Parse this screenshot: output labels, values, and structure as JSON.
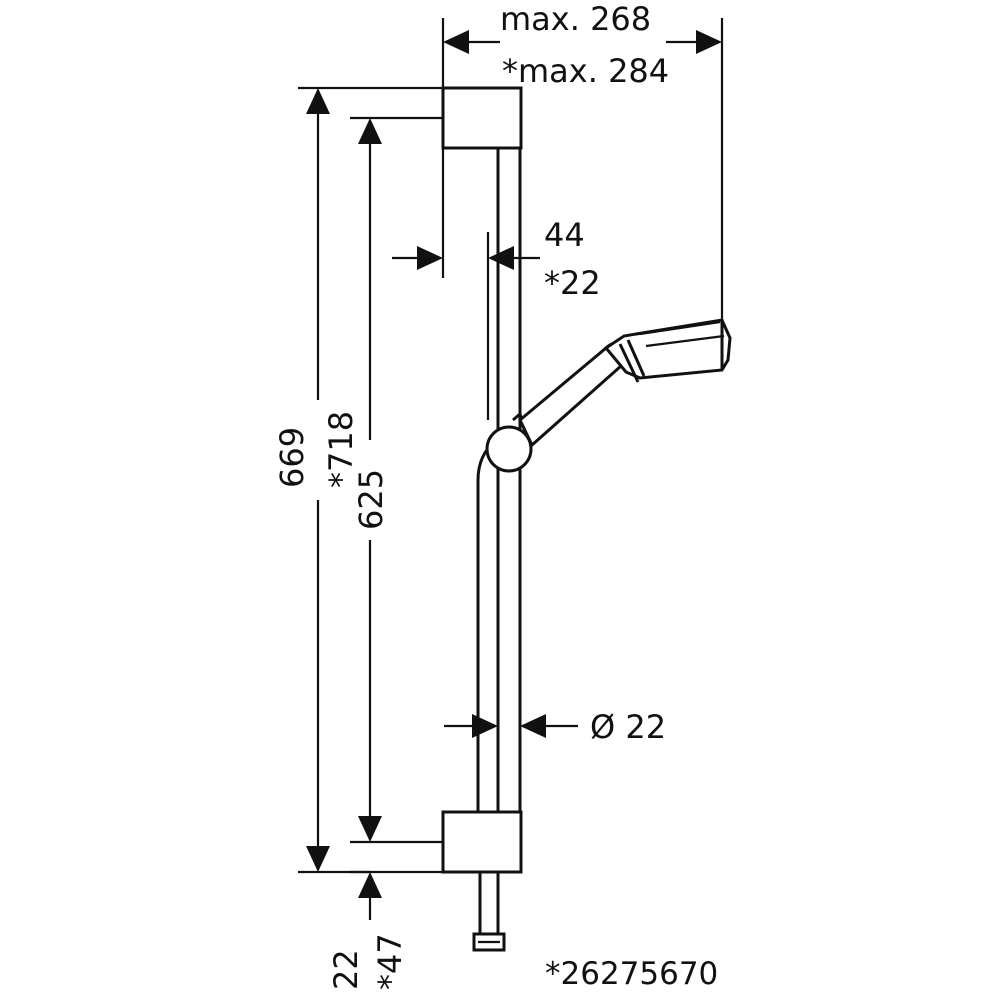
{
  "dimensions": {
    "width_max": "max. 268",
    "width_max_alt": "*max. 284",
    "offset": "44",
    "offset_alt": "*22",
    "height_total": "669",
    "height_total_alt": "*718",
    "height_bar": "625",
    "bottom_offset": "22",
    "bottom_offset_alt": "*47",
    "diameter": "Ø 22"
  },
  "article_number": "*26275670",
  "colors": {
    "line": "#111111",
    "background": "#ffffff"
  }
}
